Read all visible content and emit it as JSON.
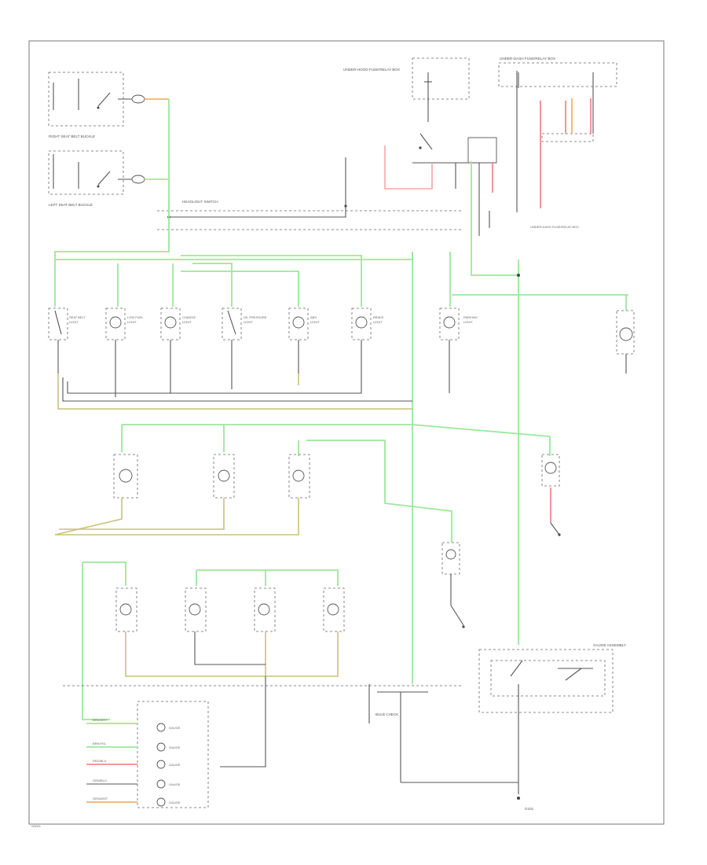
{
  "colors": {
    "wire_black": "#555555",
    "wire_green": "#9be89b",
    "wire_yellow": "#c9c27a",
    "wire_red": "#f28a8a",
    "wire_orange": "#f2b36b",
    "wire_pink": "#f5a6a6"
  },
  "labels": {
    "right_switch": "RIGHT SEAT BELT BUCKLE",
    "left_switch": "LEFT SEAT BELT BUCKLE",
    "light_switch": "HEADLIGHT SWITCH",
    "underhood_box": "UNDER-HOOD FUSE/RELAY BOX",
    "underdash_box": "UNDER-DASH FUSE/RELAY BOX",
    "bulb_check": "BULB CHECK",
    "gauge_assembly": "GAUGE ASSEMBLY",
    "footer": "G0001"
  },
  "indicators": [
    {
      "name": "SEAT BELT",
      "sub": "LIGHT"
    },
    {
      "name": "LOW FUEL",
      "sub": "LIGHT"
    },
    {
      "name": "CHARGE",
      "sub": "LIGHT"
    },
    {
      "name": "OIL PRESSURE",
      "sub": "LIGHT"
    },
    {
      "name": "ABS",
      "sub": "LIGHT"
    },
    {
      "name": "BRAKE",
      "sub": "LIGHT"
    },
    {
      "name": "PARKING",
      "sub": "LIGHT"
    }
  ],
  "gauge_legend": [
    {
      "code": "BRN/WHT",
      "color": "#9be89b",
      "text": "GAUGE"
    },
    {
      "code": "BRN/YEL",
      "color": "#9be89b",
      "text": "GAUGE"
    },
    {
      "code": "RED/BLU",
      "color": "#f28a8a",
      "text": "GAUGE"
    },
    {
      "code": "GRN/BLU",
      "color": "#555555",
      "text": "GAUGE"
    },
    {
      "code": "ORN/WHT",
      "color": "#f2b36b",
      "text": "GAUGE"
    }
  ],
  "ground_label": "G101"
}
